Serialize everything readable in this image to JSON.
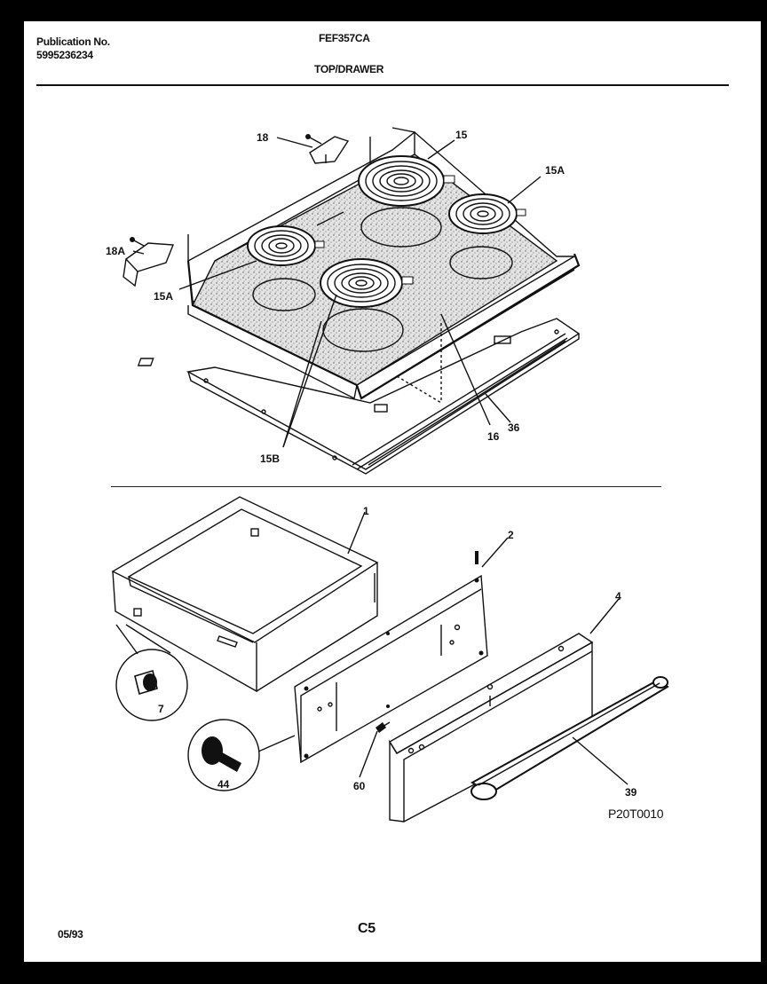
{
  "header": {
    "publication_label": "Publication No.",
    "publication_number": "5995236234",
    "model": "FEF357CA",
    "section_title": "TOP/DRAWER"
  },
  "footer": {
    "date": "05/93",
    "page_code": "C5",
    "figure_code": "P20T0010"
  },
  "callouts": {
    "bracket_right": "18",
    "bracket_left": "18A",
    "element_large_rear": "15",
    "element_small_right": "15A",
    "element_small_left": "15A",
    "element_front_large": "15B",
    "trim_front": "16",
    "trim_strip": "36",
    "drawer_body": "1",
    "drawer_panel": "2",
    "drawer_front": "4",
    "roller_detail": "7",
    "screw_detail": "44",
    "screw": "60",
    "handle": "39"
  }
}
